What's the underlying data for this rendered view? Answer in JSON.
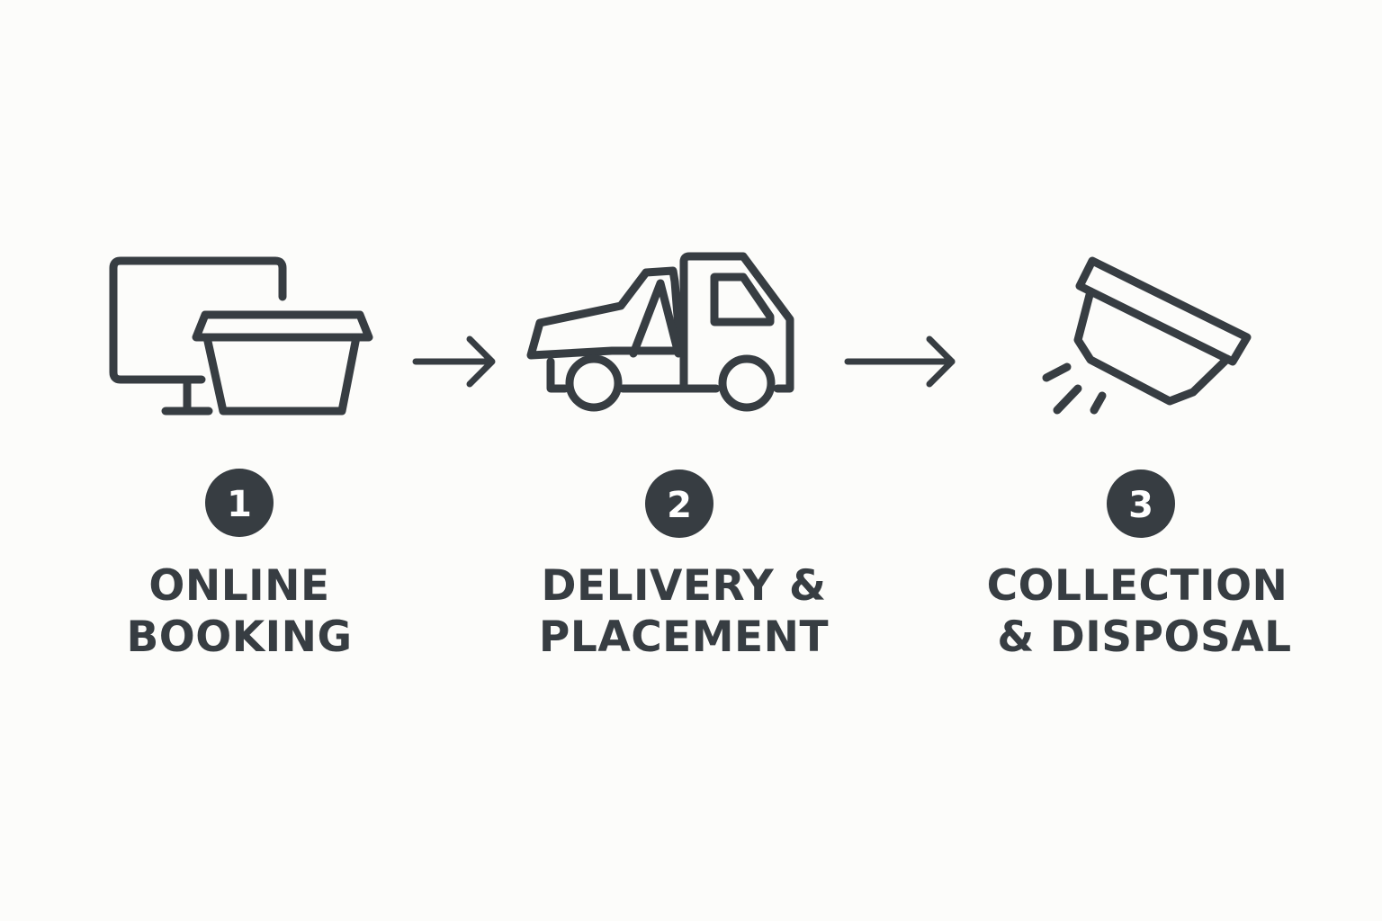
{
  "colors": {
    "background": "#fcfcfa",
    "ink": "#373d42"
  },
  "steps": [
    {
      "number": "1",
      "label_line1": "ONLINE",
      "label_line2": "BOOKING",
      "icon": "monitor-with-skip-icon"
    },
    {
      "number": "2",
      "label_line1": "DELIVERY &",
      "label_line2": "PLACEMENT",
      "icon": "tipper-truck-icon"
    },
    {
      "number": "3",
      "label_line1": "COLLECTION",
      "label_line2": "& DISPOSAL",
      "icon": "tipping-skip-icon"
    }
  ],
  "connectors": [
    {
      "from": "1",
      "to": "2",
      "icon": "arrow-right-icon"
    },
    {
      "from": "2",
      "to": "3",
      "icon": "arrow-right-icon"
    }
  ]
}
